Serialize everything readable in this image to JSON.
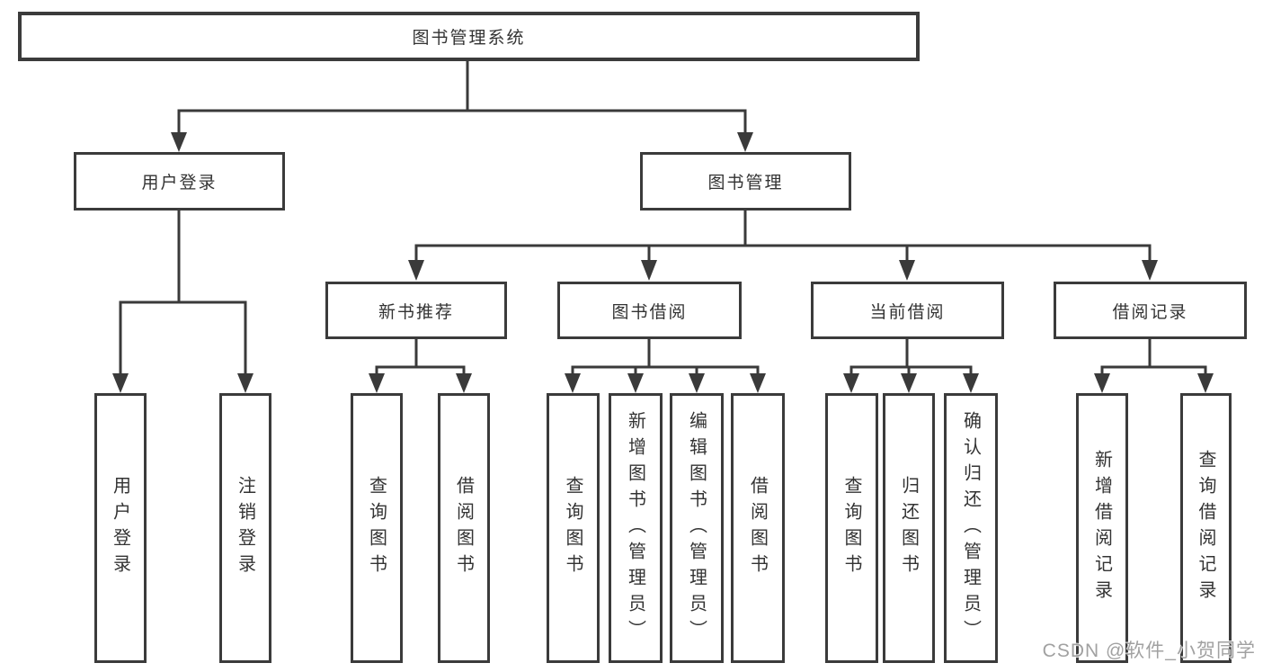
{
  "diagram_type": "hierarchy-tree",
  "colors": {
    "line": "#3a3a3a",
    "box_border": "#3b3b3b",
    "text": "#333333",
    "background": "#ffffff",
    "watermark": "#999999"
  },
  "tree": {
    "root": "图书管理系统",
    "level2": [
      {
        "label": "用户登录",
        "children": [
          {
            "label": "用户登录"
          },
          {
            "label": "注销登录"
          }
        ]
      },
      {
        "label": "图书管理",
        "children": [
          {
            "label": "新书推荐",
            "children": [
              {
                "label": "查询图书"
              },
              {
                "label": "借阅图书"
              }
            ]
          },
          {
            "label": "图书借阅",
            "children": [
              {
                "label": "查询图书"
              },
              {
                "label": "新增图书（管理员）"
              },
              {
                "label": "编辑图书（管理员）"
              },
              {
                "label": "借阅图书"
              }
            ]
          },
          {
            "label": "当前借阅",
            "children": [
              {
                "label": "查询图书"
              },
              {
                "label": "归还图书"
              },
              {
                "label": "确认归还（管理员）"
              }
            ]
          },
          {
            "label": "借阅记录",
            "children": [
              {
                "label": "新增借阅记录"
              },
              {
                "label": "查询借阅记录"
              }
            ]
          }
        ]
      }
    ]
  },
  "watermark": "CSDN @软件_小贺同学"
}
